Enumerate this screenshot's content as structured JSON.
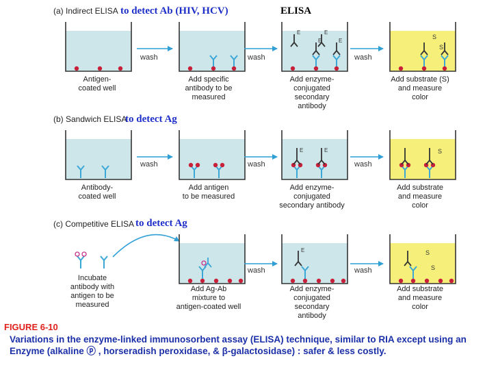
{
  "figure": {
    "title": "ELISA",
    "label": "FIGURE 6-10",
    "caption": "Variations in the enzyme-linked immunosorbent assay (ELISA) technique, similar to RIA except using an Enzyme (alkaline ⓟ , horseradish peroxidase, & β-galactosidase) : safer & less costly.",
    "wash_label": "wash"
  },
  "rows": [
    {
      "title": "(a) Indirect ELISA",
      "note": "to detect Ab (HIV, HCV)",
      "steps": [
        "Antigen-\ncoated well",
        "Add specific\nantibody to be\nmeasured",
        "Add enzyme-\nconjugated\nsecondary\nantibody",
        "Add substrate (S)\nand measure\ncolor"
      ]
    },
    {
      "title": "(b) Sandwich ELISA",
      "note": "to detect Ag",
      "steps": [
        "Antibody-\ncoated well",
        "Add antigen\nto be measured",
        "Add enzyme-\nconjugated\nsecondary antibody",
        "Add substrate\nand measure\ncolor"
      ]
    },
    {
      "title": "(c) Competitive ELISA",
      "note": "to detect Ag",
      "steps": [
        "Incubate\nantibody with\nantigen to be\nmeasured",
        "Add Ag-Ab\nmixture to\nantigen-coated well",
        "Add enzyme-\nconjugated\nsecondary\nantibody",
        "Add substrate\nand measure\ncolor"
      ]
    }
  ],
  "colors": {
    "liquid": "#cde6ea",
    "substrate": "#f6f07a",
    "antibody": "#3aa7d6",
    "antigen": "#c9203a",
    "arrow": "#2f9fd6",
    "note": "#1d2ec9",
    "caption": "#1b2fa8",
    "label": "#e0201b"
  },
  "glyphs": {
    "enzyme": "E",
    "substrate": "S"
  }
}
